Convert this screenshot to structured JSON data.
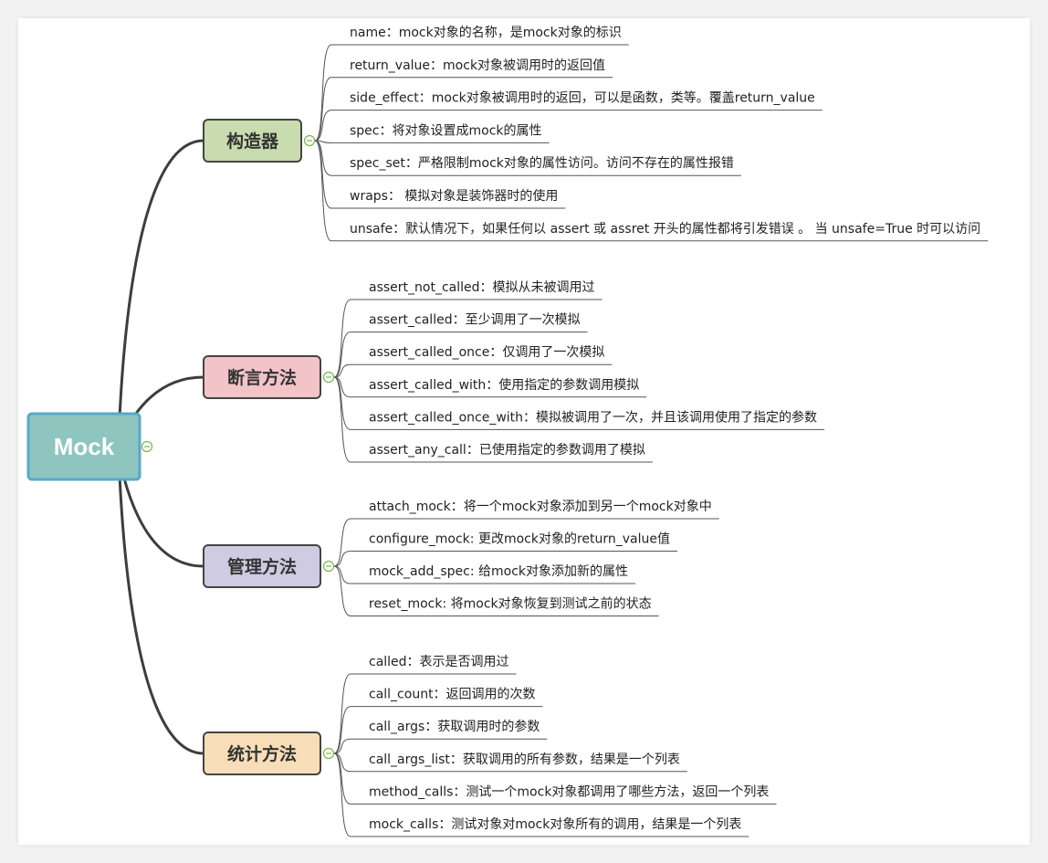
{
  "root": {
    "label": "Mock",
    "fill": "#8ec6bf",
    "stroke": "#5aa7c9"
  },
  "branches": [
    {
      "label": "构造器",
      "fill": "#c8dcb0",
      "items": [
        "name：mock对象的名称，是mock对象的标识",
        "return_value：mock对象被调用时的返回值",
        "side_effect：mock对象被调用时的返回，可以是函数，类等。覆盖return_value",
        "spec：将对象设置成mock的属性",
        "spec_set：严格限制mock对象的属性访问。访问不存在的属性报错",
        "wraps： 模拟对象是装饰器时的使用",
        "unsafe：默认情况下，如果任何以 assert 或 assret 开头的属性都将引发错误 。 当 unsafe=True 时可以访问"
      ]
    },
    {
      "label": "断言方法",
      "fill": "#f2c4c8",
      "items": [
        "assert_not_called：模拟从未被调用过",
        "assert_called：至少调用了一次模拟",
        "assert_called_once：仅调用了一次模拟",
        "assert_called_with：使用指定的参数调用模拟",
        "assert_called_once_with：模拟被调用了一次，并且该调用使用了指定的参数",
        "assert_any_call：已使用指定的参数调用了模拟"
      ]
    },
    {
      "label": "管理方法",
      "fill": "#cfcbe3",
      "items": [
        "attach_mock：将一个mock对象添加到另一个mock对象中",
        "configure_mock: 更改mock对象的return_value值",
        "mock_add_spec: 给mock对象添加新的属性",
        "reset_mock: 将mock对象恢复到测试之前的状态"
      ]
    },
    {
      "label": "统计方法",
      "fill": "#f7deb8",
      "items": [
        "called：表示是否调用过",
        "call_count：返回调用的次数",
        "call_args：获取调用时的参数",
        "call_args_list：获取调用的所有参数，结果是一个列表",
        "method_calls：测试一个mock对象都调用了哪些方法，返回一个列表",
        "mock_calls：测试对象对mock对象所有的调用，结果是一个列表"
      ]
    }
  ],
  "colors": {
    "connector": "#3d3d3d",
    "leaf_line": "#555555",
    "collapse_toggle": "#7ab648"
  }
}
